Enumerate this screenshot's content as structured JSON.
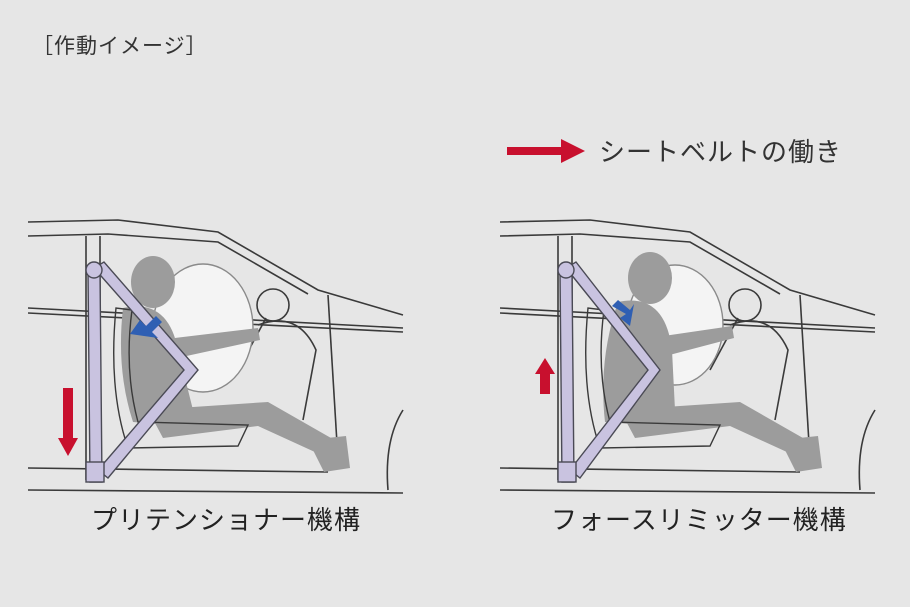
{
  "page": {
    "title": "［作動イメージ］"
  },
  "legend": {
    "label": "シートベルトの働き",
    "arrow_color": "#c8102e"
  },
  "panels": [
    {
      "caption": "プリテンショナー機構",
      "belt_arrow": "down"
    },
    {
      "caption": "フォースリミッター機構",
      "belt_arrow": "up"
    }
  ],
  "colors": {
    "background": "#e6e6e6",
    "belt": "#c9c3e0",
    "belt_outline": "#4a4a55",
    "occupant": "#9c9c9c",
    "airbag": "#f4f4f4",
    "car_line": "#3a3a3a",
    "chest_arrow": "#2f5fb3",
    "belt_arrow": "#c8102e"
  }
}
